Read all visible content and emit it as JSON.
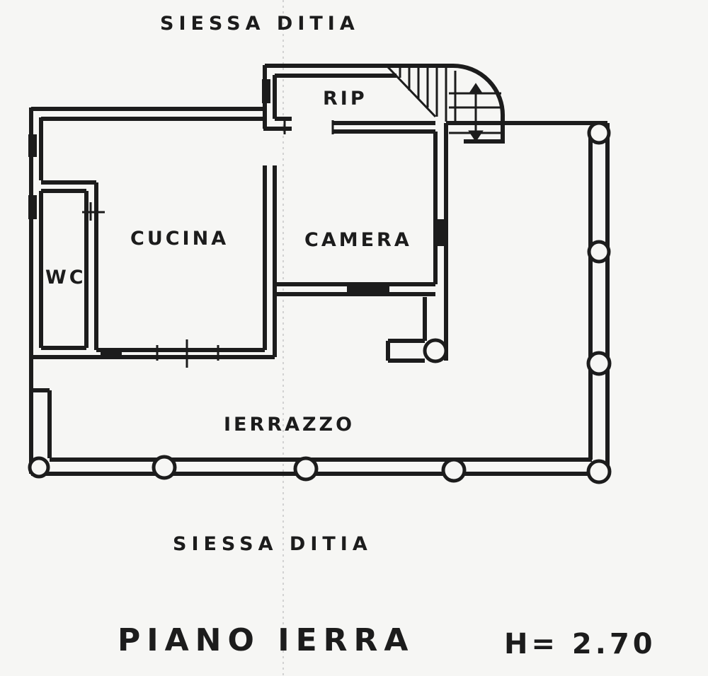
{
  "neighbors": {
    "top": "SIESSA DITIA",
    "bottom": "SIESSA DITIA"
  },
  "rooms": {
    "rip": "RIP",
    "cucina": "CUCINA",
    "camera": "CAMERA",
    "wc": "WC",
    "terrazzo": "IERRAZZO"
  },
  "footer": {
    "floor": "PIANO IERRA",
    "height": "H= 2.70"
  }
}
